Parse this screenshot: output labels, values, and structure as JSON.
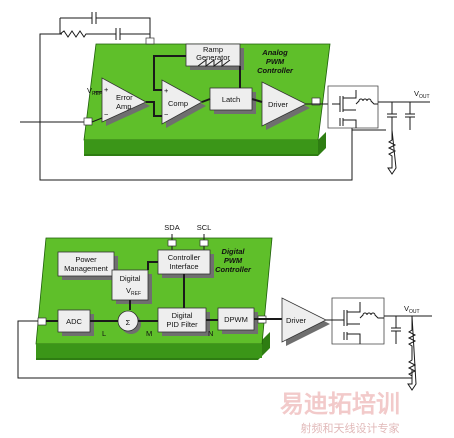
{
  "top": {
    "title": [
      "Analog",
      "PWM",
      "Controller"
    ],
    "error_amp": [
      "Error",
      "Amp"
    ],
    "vref": "V",
    "vref_sub": "REF",
    "ramp": [
      "Ramp",
      "Generator"
    ],
    "comp": "Comp",
    "latch": "Latch",
    "driver": "Driver",
    "vout": "V",
    "vout_sub": "OUT",
    "plus": "+",
    "minus": "−"
  },
  "bottom": {
    "title": [
      "Digital",
      "PWM",
      "Controller"
    ],
    "sda": "SDA",
    "scl": "SCL",
    "power_mgmt": [
      "Power",
      "Management"
    ],
    "controller_if": [
      "Controller",
      "Interface"
    ],
    "digital_vref": "Digital",
    "vref": "V",
    "vref_sub": "REF",
    "adc": "ADC",
    "sigma": "Σ",
    "pid": [
      "Digital",
      "PID Filter"
    ],
    "dpwm": "DPWM",
    "driver": "Driver",
    "vout": "V",
    "vout_sub": "OUT",
    "node_l": "L",
    "node_m": "M",
    "node_n": "N"
  },
  "watermark": {
    "main": "易迪拓培训",
    "sub": "射频和天线设计专家"
  },
  "colors": {
    "board_top": "#5fbf2a",
    "board_side": "#2e7d12",
    "board_edge": "#1e5e0a",
    "block": "#eeeeee",
    "watermark": "#e8a0a0"
  }
}
